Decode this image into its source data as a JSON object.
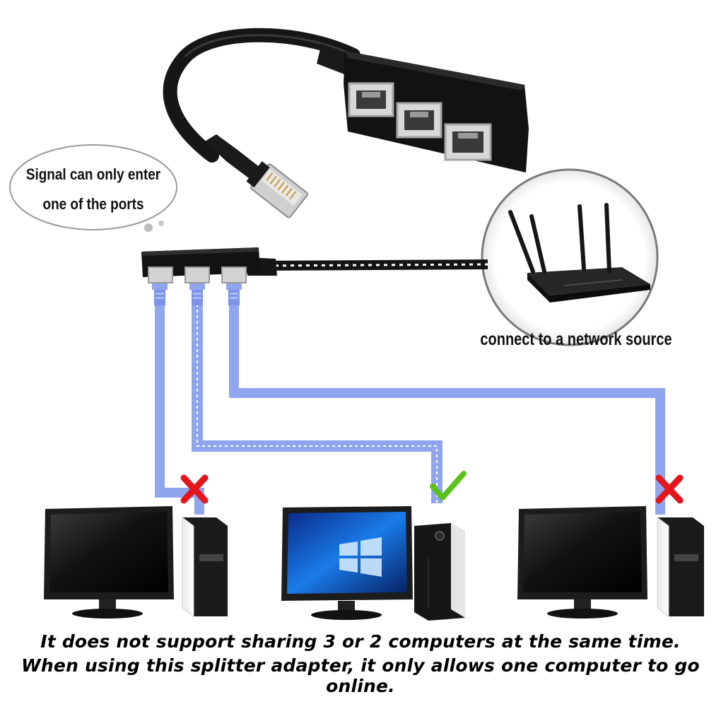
{
  "bubble": {
    "line1": "Signal can only enter",
    "line2": "one of the ports"
  },
  "network_label": "connect to a network source",
  "caption": {
    "line1": "It does not support sharing 3 or 2 computers at the same time.",
    "line2": "When using this splitter adapter, it only allows one computer to go online."
  },
  "computers": [
    {
      "position": "left",
      "status": "blocked",
      "status_icon": "red-x-icon"
    },
    {
      "position": "center",
      "status": "online",
      "status_icon": "green-check-icon"
    },
    {
      "position": "right",
      "status": "blocked",
      "status_icon": "red-x-icon"
    }
  ],
  "splitter": {
    "port_count": 3
  },
  "colors": {
    "cable_blue": "#8fa6ee",
    "cable_light": "#b7c7f5",
    "blocked_red": "#e4161b",
    "online_green": "#5ac21a",
    "device_black": "#141414"
  }
}
